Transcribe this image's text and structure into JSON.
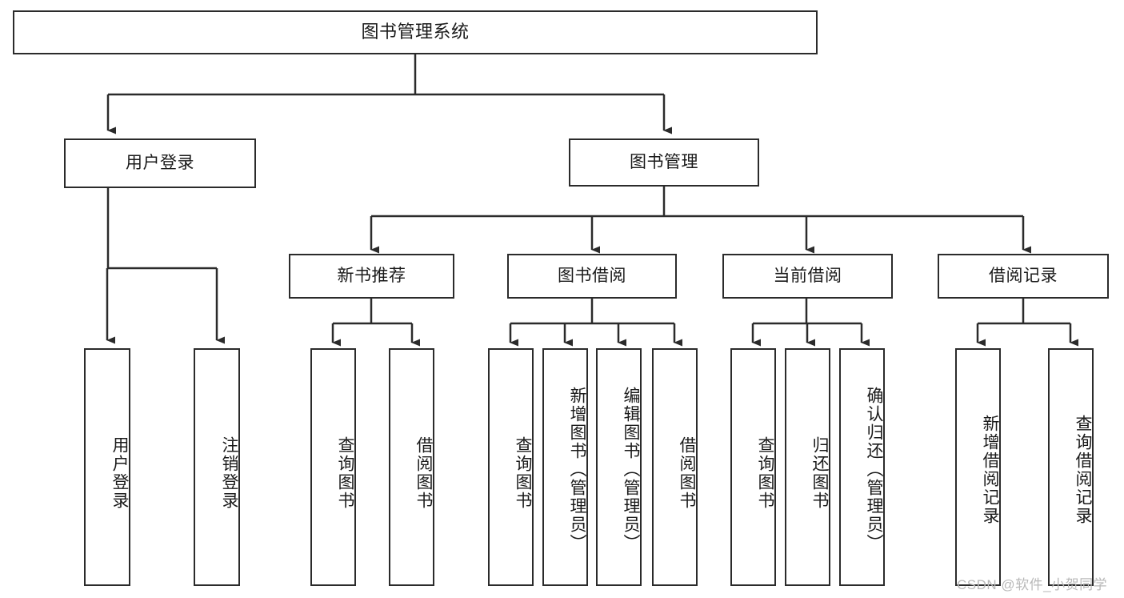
{
  "diagram": {
    "title": "图书管理系统",
    "type": "hierarchy-tree",
    "theme": {
      "background": "#ffffff",
      "box_border": "#2b2b2b",
      "box_fill": "#ffffff",
      "text": "#1a1a1a",
      "edge": "#2b2b2b",
      "watermark": "#b9b9b9"
    },
    "levels": {
      "root": {
        "label": "图书管理系统"
      },
      "level2": [
        {
          "id": "user-login",
          "label": "用户登录"
        },
        {
          "id": "book-manage",
          "label": "图书管理"
        }
      ],
      "level3": [
        {
          "id": "new-book-recommend",
          "label": "新书推荐"
        },
        {
          "id": "book-borrow",
          "label": "图书借阅"
        },
        {
          "id": "current-borrow",
          "label": "当前借阅"
        },
        {
          "id": "borrow-record",
          "label": "借阅记录"
        }
      ],
      "leaves": {
        "user-login": [
          {
            "id": "leaf-user-login",
            "label": "用户登录"
          },
          {
            "id": "leaf-logout-login",
            "label": "注销登录"
          }
        ],
        "new-book-recommend": [
          {
            "id": "leaf-query-book-1",
            "label": "查询图书"
          },
          {
            "id": "leaf-borrow-book-1",
            "label": "借阅图书"
          }
        ],
        "book-borrow": [
          {
            "id": "leaf-query-book-2",
            "label": "查询图书"
          },
          {
            "id": "leaf-add-book",
            "label": "新增图书（管理员）"
          },
          {
            "id": "leaf-edit-book",
            "label": "编辑图书（管理员）"
          },
          {
            "id": "leaf-borrow-book-2",
            "label": "借阅图书"
          }
        ],
        "current-borrow": [
          {
            "id": "leaf-query-book-3",
            "label": "查询图书"
          },
          {
            "id": "leaf-return-book",
            "label": "归还图书"
          },
          {
            "id": "leaf-confirm-return",
            "label": "确认归还（管理员）"
          }
        ],
        "borrow-record": [
          {
            "id": "leaf-add-record",
            "label": "新增借阅记录"
          },
          {
            "id": "leaf-query-record",
            "label": "查询借阅记录"
          }
        ]
      }
    },
    "watermark": "CSDN @软件_小贺同学"
  }
}
